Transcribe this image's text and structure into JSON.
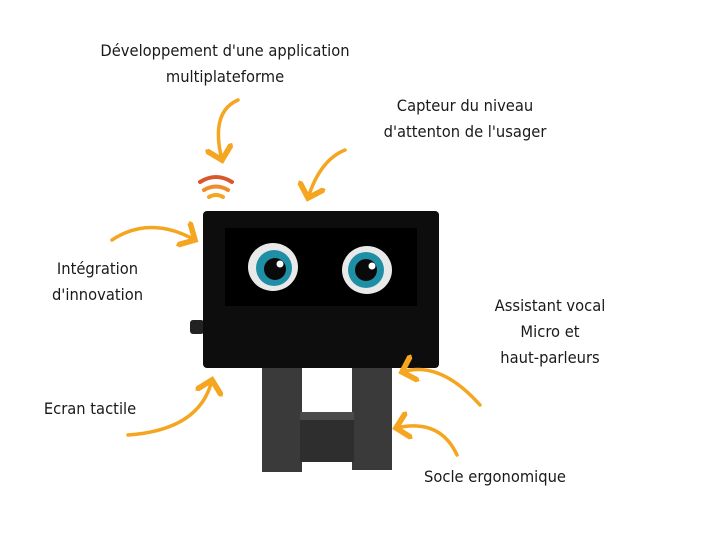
{
  "labels": {
    "app": [
      "Développement d'une application",
      "multiplateforme"
    ],
    "sensor": [
      "Capteur du niveau",
      "d'attenton de l'usager"
    ],
    "innovation": [
      "Intégration",
      "d'innovation"
    ],
    "voice": [
      "Assistant vocal",
      "Micro et",
      "haut-parleurs"
    ],
    "touch": [
      "Ecran tactile"
    ],
    "base": [
      "Socle ergonomique"
    ]
  },
  "colors": {
    "arrow": "#f5a51f",
    "wifi_top": "#d9582b",
    "wifi": "#f08a2a",
    "screen": "#0d0d0d",
    "stand": "#3d3d3d",
    "iris": "#1f8fa6"
  }
}
